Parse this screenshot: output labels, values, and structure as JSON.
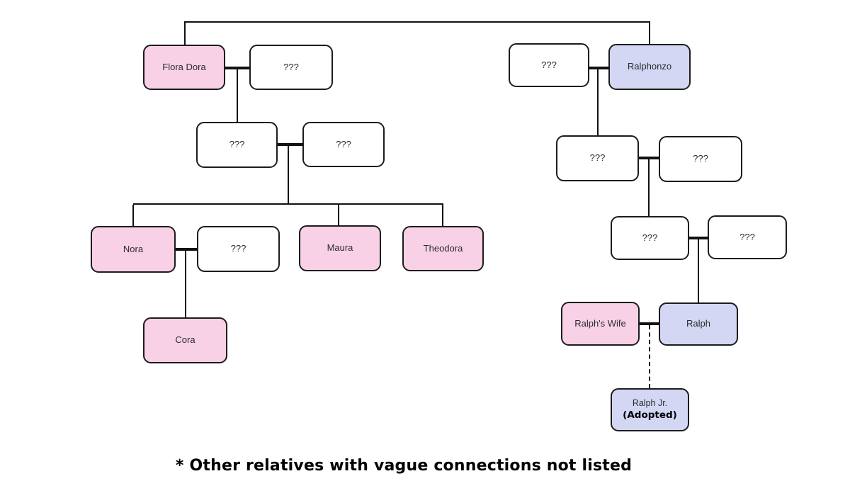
{
  "footnote": "* Other relatives with vague connections not listed",
  "colors": {
    "female_fill": "#f8d1e7",
    "male_fill": "#d3d7f4",
    "unknown_fill": "#ffffff",
    "box_border": "#1c1c1c",
    "connector": "#111111"
  },
  "nodes": {
    "flora_dora": {
      "label": "Flora Dora"
    },
    "flora_spouse": {
      "label": "???"
    },
    "left_g2_child": {
      "label": "???"
    },
    "left_g2_spouse": {
      "label": "???"
    },
    "nora": {
      "label": "Nora"
    },
    "nora_spouse": {
      "label": "???"
    },
    "maura": {
      "label": "Maura"
    },
    "theodora": {
      "label": "Theodora"
    },
    "cora": {
      "label": "Cora"
    },
    "right_g1_spouse": {
      "label": "???"
    },
    "ralphonzo": {
      "label": "Ralphonzo"
    },
    "right_g2_child": {
      "label": "???"
    },
    "right_g2_spouse": {
      "label": "???"
    },
    "right_g3_child": {
      "label": "???"
    },
    "right_g3_spouse": {
      "label": "???"
    },
    "ralphs_wife": {
      "label": "Ralph's Wife"
    },
    "ralph": {
      "label": "Ralph"
    },
    "ralph_jr": {
      "label": "Ralph Jr.",
      "sublabel": "(Adopted)"
    }
  }
}
